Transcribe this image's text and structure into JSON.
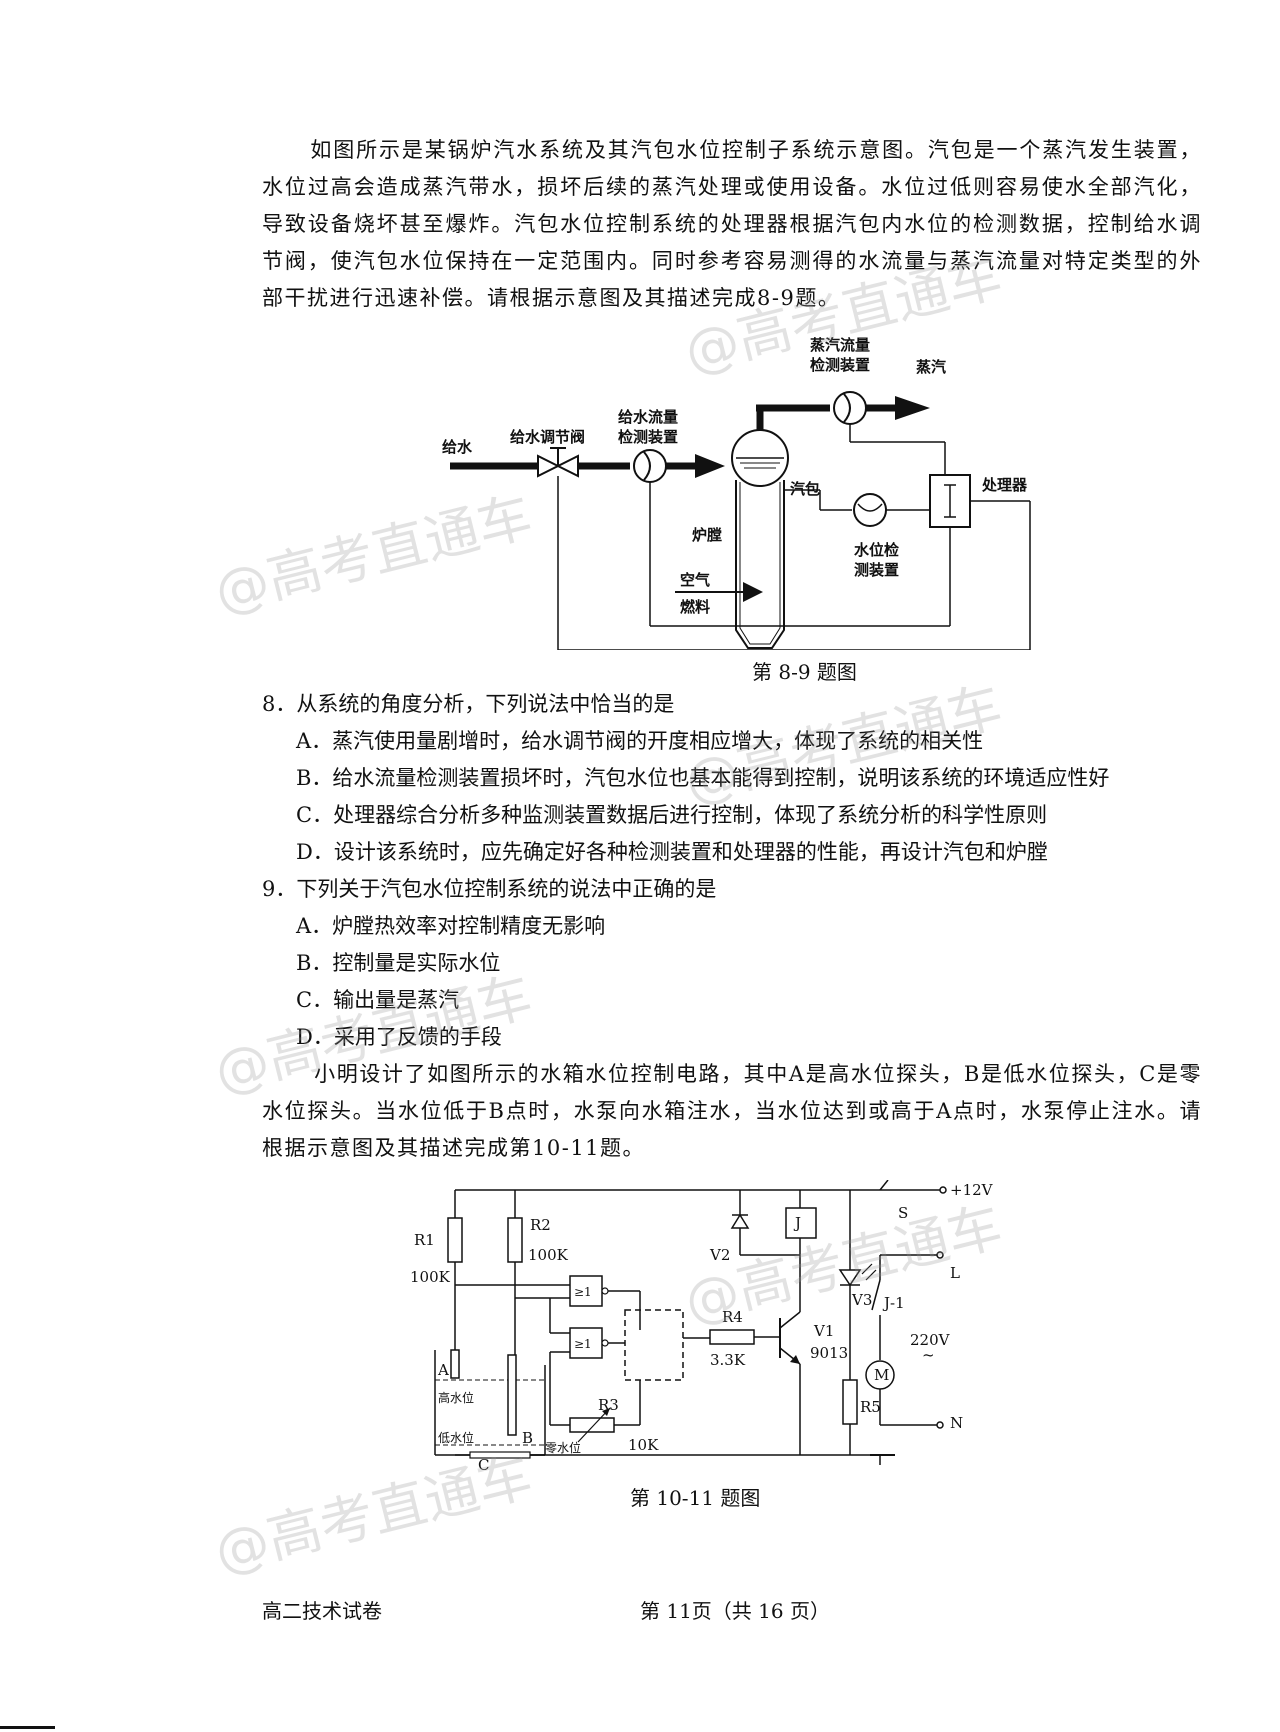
{
  "intro1": "如图所示是某锅炉汽水系统及其汽包水位控制子系统示意图。汽包是一个蒸汽发生装置，水位过高会造成蒸汽带水，损坏后续的蒸汽处理或使用设备。水位过低则容易使水全部汽化，导致设备烧坏甚至爆炸。汽包水位控制系统的处理器根据汽包内水位的检测数据，控制给水调节阀，使汽包水位保持在一定范围内。同时参考容易测得的水流量与蒸汽流量对特定类型的外部干扰进行迅速补偿。请根据示意图及其描述完成8-9题。",
  "fig1": {
    "caption": "第 8-9 题图",
    "labels": {
      "feed_water": "给水",
      "feed_valve": "给水调节阀",
      "feed_flow_1": "给水流量",
      "feed_flow_2": "检测装置",
      "steam_flow_1": "蒸汽流量",
      "steam_flow_2": "检测装置",
      "steam": "蒸汽",
      "drum": "汽包",
      "processor": "处理器",
      "furnace": "炉膛",
      "level_1": "水位检",
      "level_2": "测装置",
      "air": "空气",
      "fuel": "燃料"
    }
  },
  "q8": {
    "stem": "8．从系统的角度分析，下列说法中恰当的是",
    "options": [
      "A．蒸汽使用量剧增时，给水调节阀的开度相应增大，体现了系统的相关性",
      "B．给水流量检测装置损坏时，汽包水位也基本能得到控制，说明该系统的环境适应性好",
      "C．处理器综合分析多种监测装置数据后进行控制，体现了系统分析的科学性原则",
      "D．设计该系统时，应先确定好各种检测装置和处理器的性能，再设计汽包和炉膛"
    ]
  },
  "q9": {
    "stem": "9．下列关于汽包水位控制系统的说法中正确的是",
    "options": [
      "A．炉膛热效率对控制精度无影响",
      "B．控制量是实际水位",
      "C．输出量是蒸汽",
      "D．采用了反馈的手段"
    ]
  },
  "intro2": "小明设计了如图所示的水箱水位控制电路，其中A是高水位探头，B是低水位探头，C是零水位探头。当水位低于B点时，水泵向水箱注水，当水位达到或高于A点时，水泵停止注水。请根据示意图及其描述完成第10-11题。",
  "fig2": {
    "caption": "第 10-11 题图",
    "labels": {
      "r1": "R1",
      "r1v": "100K",
      "r2": "R2",
      "r2v": "100K",
      "gate": "≥1",
      "r4": "R4",
      "r4v": "3.3K",
      "r3": "R3",
      "r3v": "10K",
      "v1": "V1",
      "v1v": "9013",
      "v2": "V2",
      "v3": "V3",
      "j": "J",
      "j1": "J-1",
      "s": "S",
      "vcc": "+12V",
      "l": "L",
      "n": "N",
      "ac": "220V",
      "tilde": "~",
      "motor": "M",
      "r5": "R5",
      "a": "A",
      "b": "B",
      "c": "C",
      "high": "高水位",
      "low": "低水位",
      "zero": "零水位"
    }
  },
  "footer": {
    "left": "高二技术试卷",
    "center": "第 11页（共 16 页）"
  },
  "watermark": "@高考直通车"
}
